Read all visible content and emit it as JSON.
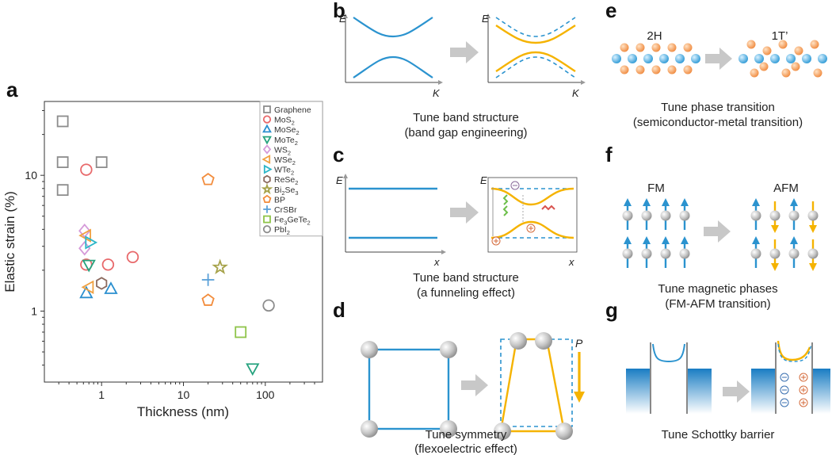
{
  "panels": {
    "a": {
      "letter": "a"
    },
    "b": {
      "letter": "b",
      "caption_line1": "Tune band structure",
      "caption_line2": "(band gap engineering)",
      "axis_e": "E",
      "axis_k": "K"
    },
    "c": {
      "letter": "c",
      "caption_line1": "Tune band structure",
      "caption_line2": "(a funneling effect)",
      "axis_e": "E",
      "axis_x": "x"
    },
    "d": {
      "letter": "d",
      "caption_line1": "Tune symmetry",
      "caption_line2": "(flexoelectric effect)",
      "polarization": "P"
    },
    "e": {
      "letter": "e",
      "label_left": "2H",
      "label_right": "1T’",
      "caption_line1": "Tune phase transition",
      "caption_line2": "(semiconductor-metal transition)"
    },
    "f": {
      "letter": "f",
      "label_left": "FM",
      "label_right": "AFM",
      "caption_line1": "Tune magnetic phases",
      "caption_line2": "(FM-AFM transition)"
    },
    "g": {
      "letter": "g",
      "caption_line1": "Tune Schottky barrier"
    }
  },
  "colors": {
    "blue": "#2b93cf",
    "gold": "#f5b300",
    "arrow_gray": "#c8c8c8"
  },
  "chart_data": {
    "type": "scatter",
    "xlabel": "Thickness (nm)",
    "ylabel": "Elastic strain (%)",
    "xscale": "log",
    "yscale": "log",
    "xlim": [
      0.2,
      500
    ],
    "ylim": [
      0.3,
      35
    ],
    "xticks": [
      1,
      10,
      100
    ],
    "xtick_labels": [
      "1",
      "10",
      "100"
    ],
    "yticks": [
      1,
      10
    ],
    "ytick_labels": [
      "1",
      "10"
    ],
    "legend_position": "top-right",
    "series": [
      {
        "name": "Graphene",
        "sub": "",
        "marker": "square",
        "color": "#8c8c8c",
        "points": [
          [
            0.335,
            25
          ],
          [
            0.335,
            12.5
          ],
          [
            0.335,
            7.8
          ],
          [
            1.0,
            12.5
          ]
        ]
      },
      {
        "name": "MoS",
        "sub": "2",
        "marker": "circle",
        "color": "#e8696b",
        "points": [
          [
            0.65,
            11
          ],
          [
            0.65,
            2.2
          ],
          [
            1.2,
            2.2
          ],
          [
            2.4,
            2.5
          ]
        ]
      },
      {
        "name": "MoSe",
        "sub": "2",
        "marker": "triangle-up",
        "color": "#2a8fcf",
        "points": [
          [
            0.65,
            1.35
          ],
          [
            1.3,
            1.45
          ]
        ]
      },
      {
        "name": "MoTe",
        "sub": "2",
        "marker": "triangle-down",
        "color": "#27a37f",
        "points": [
          [
            0.7,
            2.2
          ],
          [
            70,
            0.38
          ]
        ]
      },
      {
        "name": "WS",
        "sub": "2",
        "marker": "diamond",
        "color": "#d59ad9",
        "points": [
          [
            0.62,
            3.9
          ],
          [
            0.62,
            2.9
          ]
        ]
      },
      {
        "name": "WSe",
        "sub": "2",
        "marker": "triangle-left",
        "color": "#f0a040",
        "points": [
          [
            0.65,
            3.6
          ],
          [
            0.7,
            1.5
          ]
        ]
      },
      {
        "name": "WTe",
        "sub": "2",
        "marker": "triangle-right",
        "color": "#2cb6c8",
        "points": [
          [
            0.72,
            3.2
          ]
        ]
      },
      {
        "name": "ReSe",
        "sub": "2",
        "marker": "hexagon",
        "color": "#8b6a5e",
        "points": [
          [
            1.0,
            1.6
          ]
        ]
      },
      {
        "name": "Bi",
        "sub": "2",
        "suffix": "Se",
        "sub2": "3",
        "marker": "star",
        "color": "#a6a24a",
        "points": [
          [
            28,
            2.1
          ]
        ]
      },
      {
        "name": "BP",
        "sub": "",
        "marker": "pentagon",
        "color": "#f28c3c",
        "points": [
          [
            20,
            9.3
          ],
          [
            20,
            1.2
          ]
        ]
      },
      {
        "name": "CrSBr",
        "sub": "",
        "marker": "plus",
        "color": "#5aa0d8",
        "points": [
          [
            20,
            1.7
          ]
        ]
      },
      {
        "name": "Fe",
        "sub": "3",
        "suffix": "GeTe",
        "sub2": "2",
        "marker": "square",
        "color": "#8fc44a",
        "points": [
          [
            50,
            0.7
          ]
        ]
      },
      {
        "name": "PbI",
        "sub": "2",
        "marker": "circle",
        "color": "#8c8c8c",
        "points": [
          [
            110,
            1.1
          ]
        ]
      }
    ]
  }
}
